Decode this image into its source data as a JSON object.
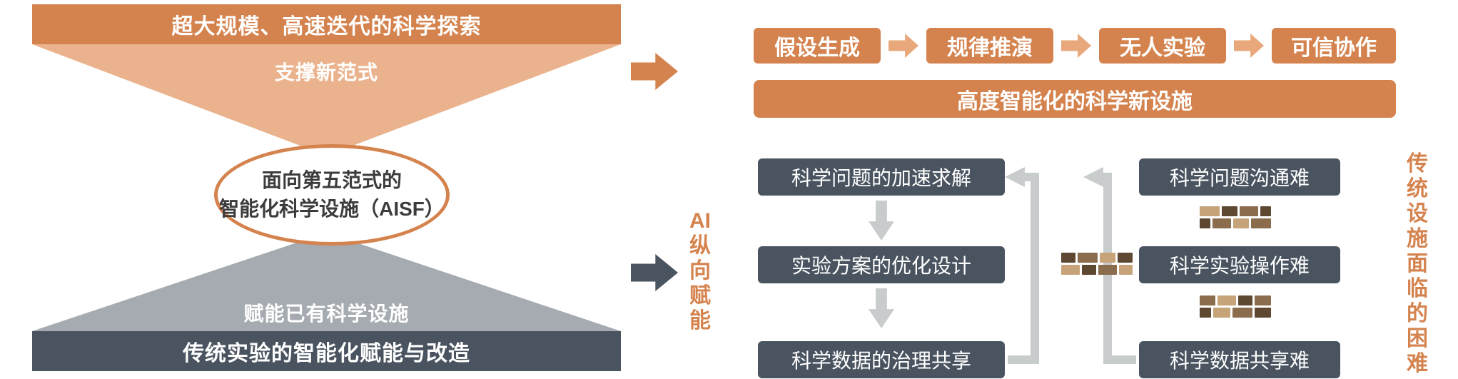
{
  "colors": {
    "orange": "#D5834E",
    "light_orange": "#EAB38D",
    "arrow_orange": "#E8A87B",
    "slate_gray": "#4A5460",
    "triangle_gray": "#A5ABB1",
    "connector_gray": "#C9CCCD",
    "brick_tan": "#C7A37A",
    "brick_mid": "#8B6C4C",
    "brick_dark": "#5E4832"
  },
  "left_funnel": {
    "top_bar": "超大规模、高速迭代的科学探索",
    "funnel_label": "支撑新范式",
    "ellipse_line1": "面向第五范式的",
    "ellipse_line2": "智能化科学设施（AISF）",
    "triangle_label": "赋能已有科学设施",
    "bottom_bar": "传统实验的智能化赋能与改造"
  },
  "middle": {
    "vertical_label_chars": [
      "AI",
      "纵",
      "向",
      "赋",
      "能"
    ]
  },
  "pipeline": {
    "steps": [
      "假设生成",
      "规律推演",
      "无人实验",
      "可信协作"
    ],
    "banner": "高度智能化的科学新设施"
  },
  "solutions": [
    "科学问题的加速求解",
    "实验方案的优化设计",
    "科学数据的治理共享"
  ],
  "difficulties": [
    "科学问题沟通难",
    "科学实验操作难",
    "科学数据共享难"
  ],
  "right_label_chars": [
    "传",
    "统",
    "设",
    "施",
    "面",
    "临",
    "的",
    "困",
    "难"
  ]
}
